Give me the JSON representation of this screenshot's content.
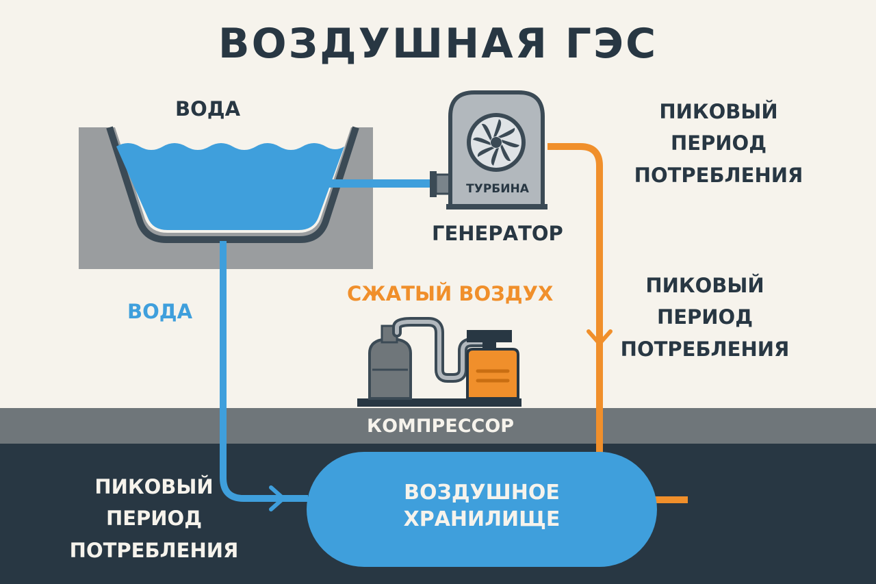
{
  "title": "ВОЗДУШНАЯ ГЭС",
  "labels": {
    "reservoir_water": "ВОДА",
    "water_flow": "ВОДА",
    "turbine": "ТУРБИНА",
    "generator": "ГЕНЕРАТОР",
    "compressed_air": "СЖАТЫЙ ВОЗДУХ",
    "compressor": "КОМПРЕССОР",
    "air_storage": [
      "ВОЗДУШНОЕ",
      "ХРАНИЛИЩЕ"
    ],
    "peak_top_right": [
      "ПИКОВЫЙ",
      "ПЕРИОД",
      "ПОТРЕБЛЕНИЯ"
    ],
    "peak_mid_right": [
      "ПИКОВЫЙ",
      "ПЕРИОД",
      "ПОТРЕБЛЕНИЯ"
    ],
    "peak_bottom_left": [
      "ПИКОВЫЙ",
      "ПЕРИОД",
      "ПОТРЕБЛЕНИЯ"
    ]
  },
  "icons": {
    "turbine": "fan-blades-icon",
    "air_tank": "gas-cylinder-icon",
    "compressor": "compressor-icon"
  },
  "colors": {
    "background": "#f6f3ec",
    "text_dark": "#283743",
    "water_blue": "#3f9fdc",
    "air_orange": "#f08f2b",
    "ground_gray": "#6f767a",
    "underground": "#283743",
    "reservoir_gray": "#9a9d9f"
  }
}
